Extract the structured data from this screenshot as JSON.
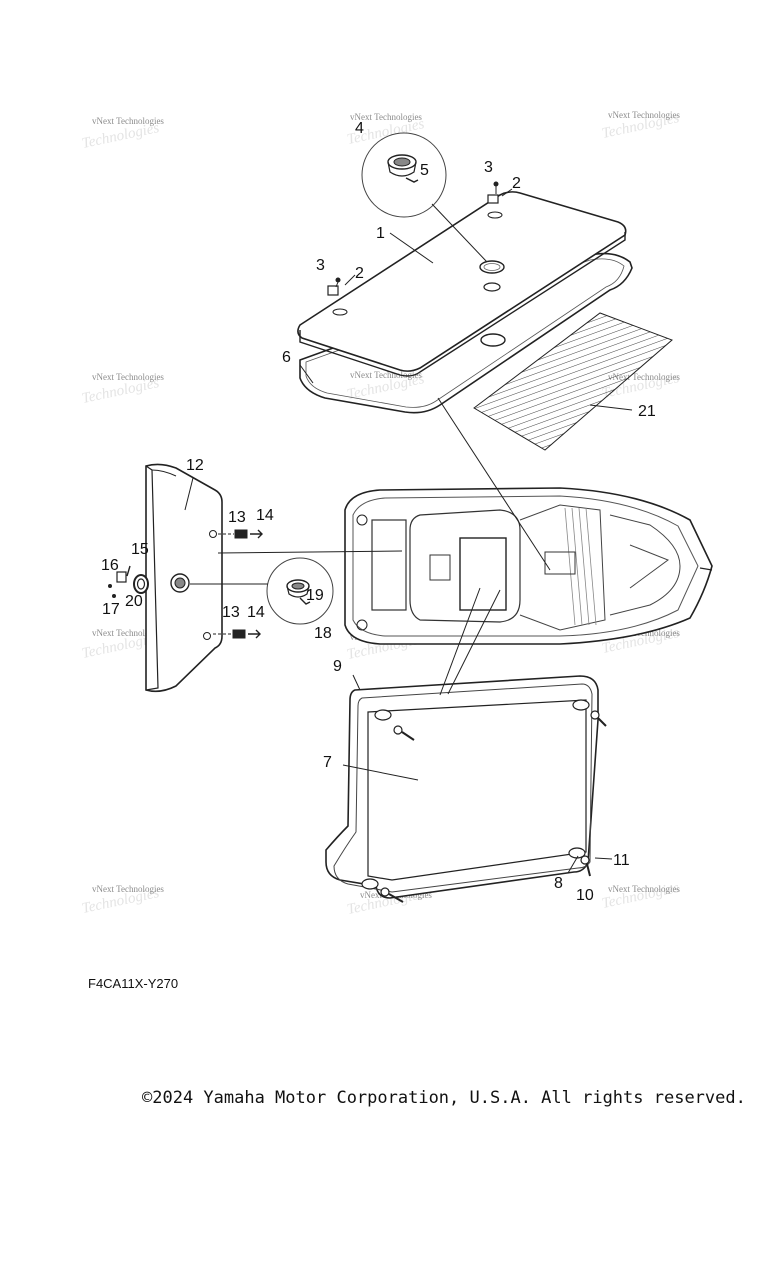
{
  "watermark_text": "vNext Technologies",
  "callouts": [
    "1",
    "2",
    "3",
    "2",
    "3",
    "4",
    "5",
    "6",
    "21",
    "12",
    "13",
    "14",
    "15",
    "16",
    "17",
    "20",
    "19",
    "18",
    "13",
    "14",
    "9",
    "7",
    "8",
    "10",
    "11"
  ],
  "diagram_code": "F4CA11X-Y270",
  "copyright": "©2024 Yamaha Motor Corporation, U.S.A. All rights reserved."
}
